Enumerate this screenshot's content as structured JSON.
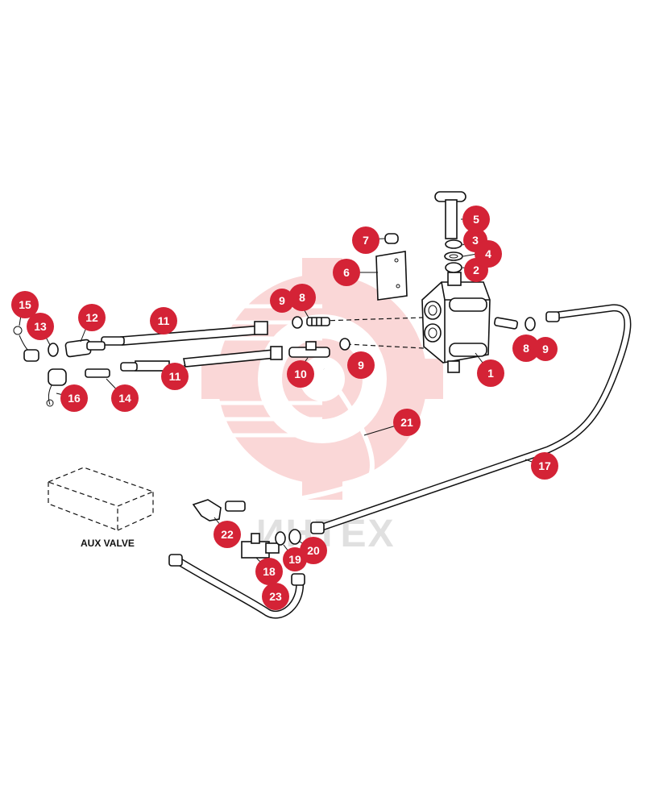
{
  "diagram": {
    "aux_label": "AUX VALVE",
    "watermark": "ИНТЕХ",
    "callout_color": "#d42336",
    "watermark_color": "#f4a7a7",
    "callouts": [
      "1",
      "2",
      "3",
      "4",
      "5",
      "6",
      "7",
      "8",
      "8",
      "9",
      "9",
      "9",
      "10",
      "11",
      "11",
      "12",
      "13",
      "14",
      "15",
      "16",
      "17",
      "18",
      "19",
      "20",
      "21",
      "22",
      "23"
    ]
  }
}
